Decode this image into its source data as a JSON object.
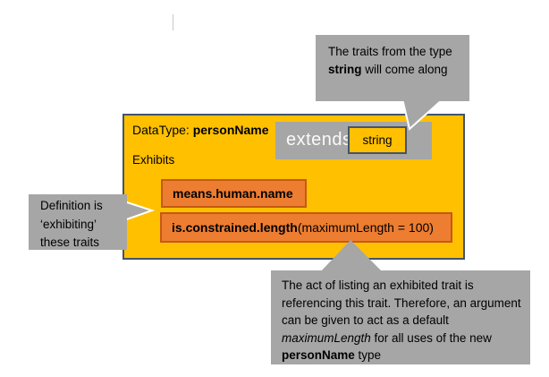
{
  "colors": {
    "gold_fill": "#FFC000",
    "slate_border": "#44546A",
    "trait_fill": "#ED7D31",
    "trait_border": "#C55A11",
    "callout_gray": "#A6A6A6",
    "extends_text": "#FAFAFA",
    "text_black": "#000000"
  },
  "diagram": {
    "main_box": {
      "datatype_prefix": "DataType: ",
      "datatype_name": "personName",
      "extends_label": "extends",
      "extends_type": "string",
      "exhibits_label": "Exhibits",
      "traits": [
        {
          "name": "means.human.name",
          "args": ""
        },
        {
          "name": "is.constrained.length",
          "args": " (maximumLength = 100)"
        }
      ]
    },
    "callouts": {
      "top": {
        "segments": [
          {
            "text": "The traits from the type ",
            "style": "normal"
          },
          {
            "text": "string",
            "style": "bold"
          },
          {
            "text": " will come along",
            "style": "normal"
          }
        ]
      },
      "left": {
        "segments": [
          {
            "text": "Definition is ‘exhibiting’ these traits",
            "style": "normal"
          }
        ]
      },
      "bottom": {
        "segments": [
          {
            "text": "The act of listing an exhibited trait is referencing this trait. Therefore, an argument can be given to act as a default ",
            "style": "normal"
          },
          {
            "text": "maximumLength",
            "style": "italic"
          },
          {
            "text": " for all uses of the new ",
            "style": "normal"
          },
          {
            "text": "personName",
            "style": "bold"
          },
          {
            "text": " type",
            "style": "normal"
          }
        ]
      }
    }
  }
}
